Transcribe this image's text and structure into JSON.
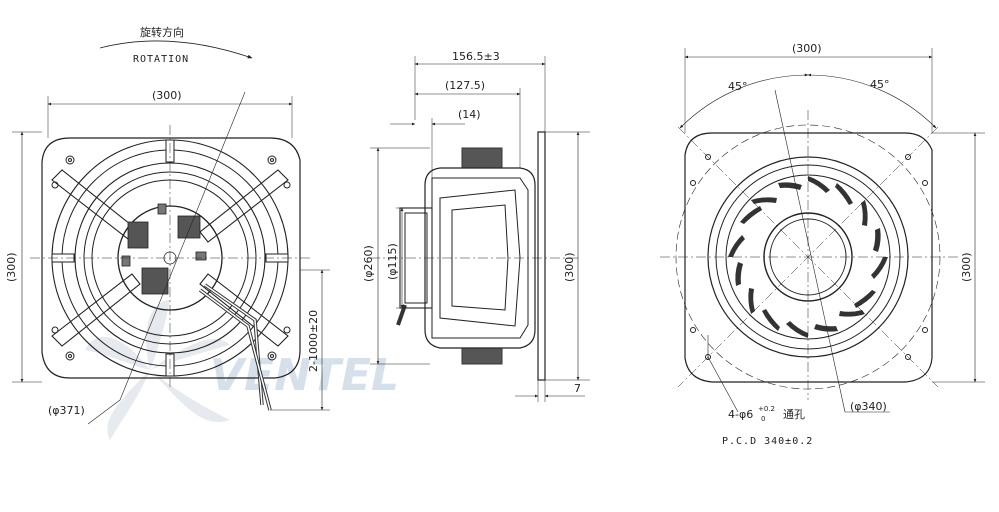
{
  "front_view": {
    "rotation_cn": "旋转方向",
    "rotation_en": "ROTATION",
    "width_dim": "(300)",
    "height_dim": "(300)",
    "diameter_dim": "(φ371)",
    "cable_dim": "2-1000±20"
  },
  "side_view": {
    "overall_length": "156.5±3",
    "length_1275": "(127.5)",
    "length_14": "(14)",
    "diameter_260": "(φ260)",
    "diameter_115": "(φ115)",
    "height_dim": "(300)",
    "flange_thickness": "7"
  },
  "rear_view": {
    "width_dim": "(300)",
    "height_dim": "(300)",
    "angle_left": "45°",
    "angle_right": "45°",
    "diameter_dim": "(φ340)",
    "holes_note": "4-φ6",
    "holes_tol_upper": "+0.2",
    "holes_tol_lower": "0",
    "holes_suffix": "通孔",
    "pcd_note": "P.C.D 340±0.2"
  },
  "watermark": {
    "text": "VENTEL",
    "color": "#c9d6e3"
  }
}
